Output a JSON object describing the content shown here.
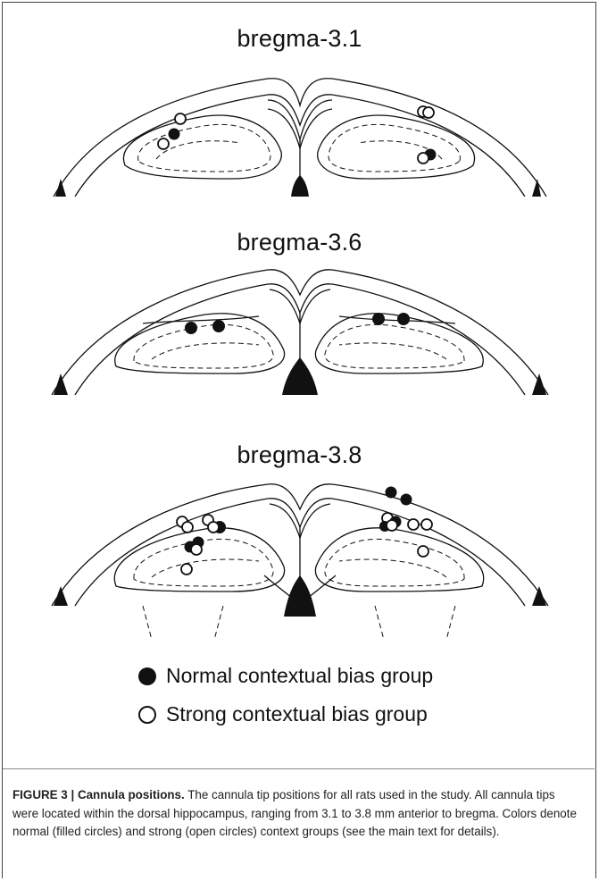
{
  "panels": [
    {
      "label": "bregma-3.1"
    },
    {
      "label": "bregma-3.6"
    },
    {
      "label": "bregma-3.8"
    }
  ],
  "legend": {
    "normal": {
      "label": "Normal contextual bias group",
      "marker": "filled-circle"
    },
    "strong": {
      "label": "Strong contextual bias group",
      "marker": "open-circle"
    }
  },
  "caption": {
    "label": "FIGURE 3 | Cannula positions.",
    "text": " The cannula tip positions for all rats used in the study. All cannula tips were located within the dorsal hippocampus, ranging from 3.1 to 3.8 mm anterior to bregma. Colors denote normal (filled circles) and strong (open circles) context groups (see the main text for details)."
  },
  "colors": {
    "ink": "#111111",
    "caption_text": "#222222"
  }
}
